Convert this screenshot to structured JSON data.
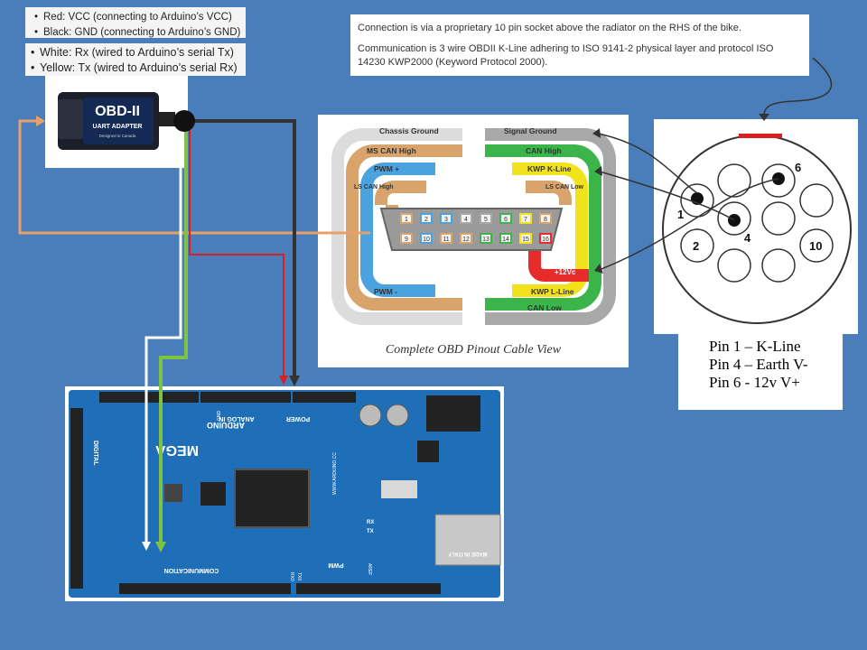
{
  "legend_top": [
    "Red: VCC (connecting to Arduino’s VCC)",
    "Black: GND (connecting to Arduino’s GND)"
  ],
  "legend_bottom": [
    "White: Rx (wired to Arduino’s serial Tx)",
    "Yellow: Tx (wired to Arduino’s serial Rx)"
  ],
  "info": {
    "line1": "Connection is via a proprietary 10 pin socket above the radiator on the RHS of the bike.",
    "line2": "Communication is 3 wire OBDII K-Line adhering to ISO 9141-2 physical layer and protocol ISO 14230 KWP2000 (Keyword Protocol 2000)."
  },
  "adapter": {
    "brand": "OBD-II",
    "line2": "UART ADAPTER",
    "line3": "Designed in Canada"
  },
  "pinout": {
    "caption": "Complete OBD Pinout Cable View",
    "left_labels": [
      "Chassis Ground",
      "MS CAN High",
      "PWM +",
      "LS CAN High",
      "PWM -"
    ],
    "right_labels": [
      "Signal Ground",
      "CAN High",
      "KWP K-Line",
      "LS CAN Low",
      "+12Vc",
      "KWP L-Line",
      "CAN Low"
    ],
    "pins_top": [
      "1",
      "2",
      "3",
      "4",
      "5",
      "6",
      "7",
      "8"
    ],
    "pins_bottom": [
      "9",
      "10",
      "11",
      "12",
      "13",
      "14",
      "15",
      "16"
    ]
  },
  "socket": {
    "labels": [
      "1",
      "2",
      "4",
      "6",
      "10"
    ]
  },
  "pins": [
    "Pin 1 – K-Line",
    "Pin 4 – Earth V-",
    "Pin 6 -  12v V+"
  ],
  "board": {
    "name": "ARDUINO",
    "model": "MEGA",
    "site": "WWW.ARDUINO.CC",
    "origin": "MADE IN ITALY",
    "comm": "COMMUNICATION",
    "analog": "ANALOG IN",
    "power": "POWER",
    "pwm": "PWM",
    "digital": "DIGITAL",
    "rx": "RX",
    "tx": "TX",
    "rx0": "RX0",
    "tx0": "TX0",
    "aref": "AREF",
    "gnd": "GND"
  },
  "colors": {
    "background": "#4a7ebb",
    "red": "#d92020",
    "white": "#ffffff",
    "green": "#7dc242",
    "black": "#333333",
    "orange": "#e8a06a"
  }
}
